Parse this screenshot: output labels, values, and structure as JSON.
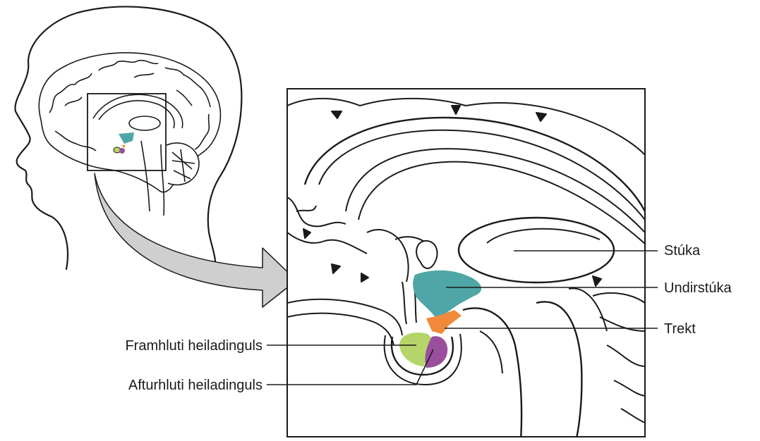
{
  "labels": {
    "thalamus": "Stúka",
    "hypothalamus": "Undirstúka",
    "infundibulum": "Trekt",
    "anterior_pituitary": "Framhluti heiladinguls",
    "posterior_pituitary": "Afturhluti heiladinguls"
  },
  "colors": {
    "hypothalamus": "#4fa6a6",
    "infundibulum": "#f08a3a",
    "anterior_pituitary": "#b5d56a",
    "posterior_pituitary": "#9a4f9e",
    "arrow_fill": "#cfcfcf",
    "outline": "#1a1a1a"
  }
}
